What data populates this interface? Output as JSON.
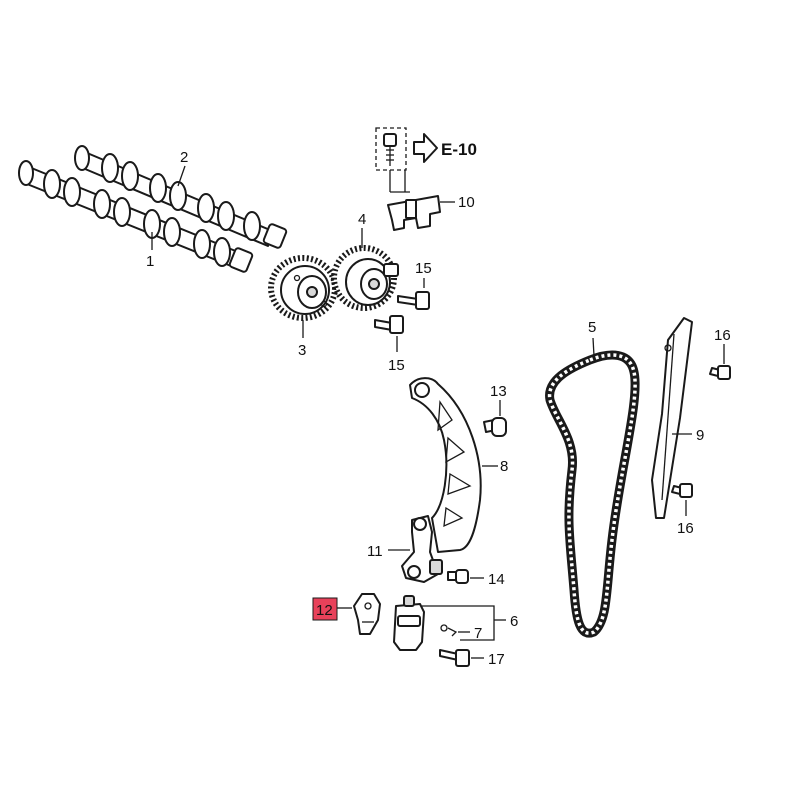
{
  "callouts": {
    "c1": "1",
    "c2": "2",
    "c3": "3",
    "c4": "4",
    "c5": "5",
    "c6": "6",
    "c7": "7",
    "c8": "8",
    "c9": "9",
    "c10": "10",
    "c11": "11",
    "c12": "12",
    "c13": "13",
    "c14": "14",
    "c15a": "15",
    "c15b": "15",
    "c16a": "16",
    "c16b": "16",
    "c17": "17"
  },
  "reference": {
    "label": "E-10"
  },
  "colors": {
    "highlight": "#e8415a",
    "line": "#1a1a1a"
  }
}
